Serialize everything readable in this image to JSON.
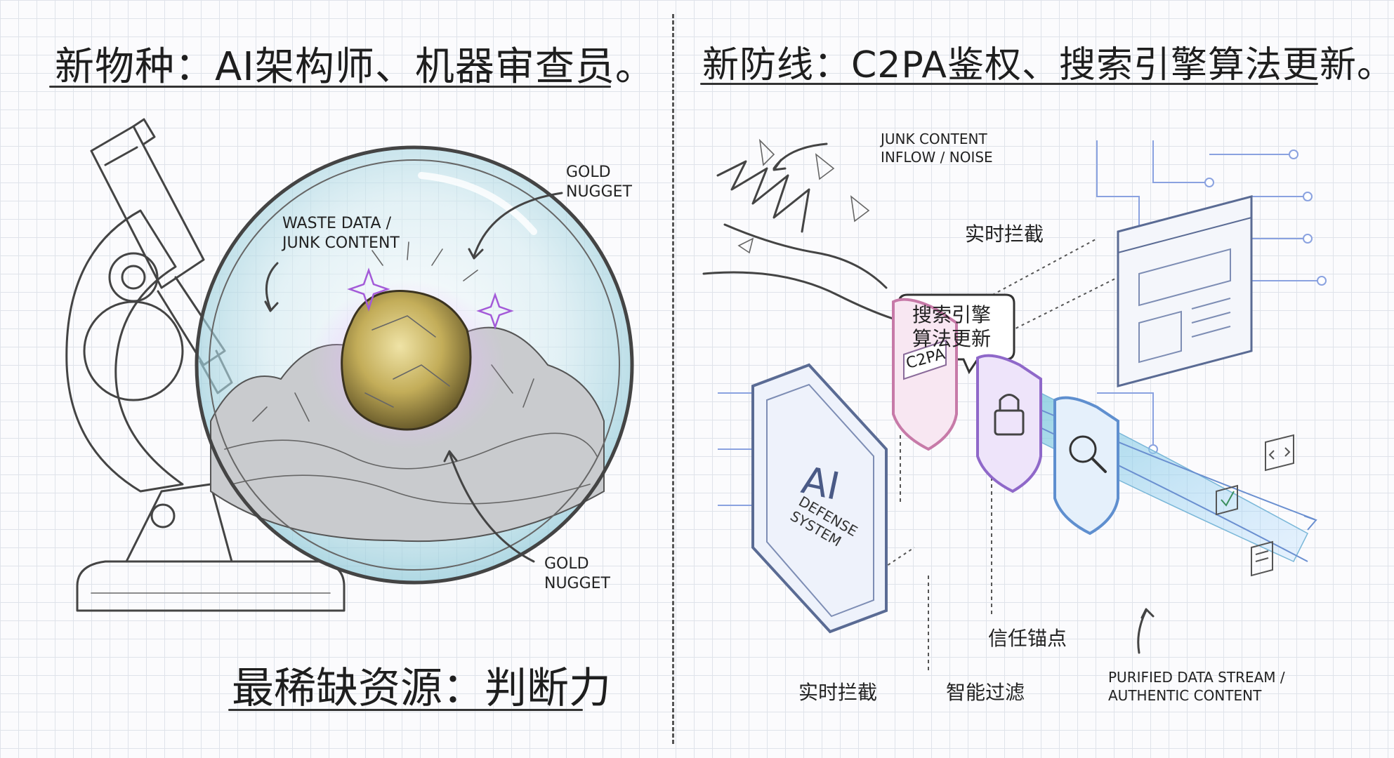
{
  "left": {
    "title": "新物种：AI架构师、机器审查员。",
    "footer": "最稀缺资源：判断力",
    "labels": {
      "waste_line1": "WASTE DATA /",
      "waste_line2": "JUNK CONTENT",
      "gold_top_line1": "GOLD",
      "gold_top_line2": "NUGGET",
      "gold_bottom_line1": "GOLD",
      "gold_bottom_line2": "NUGGET"
    }
  },
  "right": {
    "title": "新防线：C2PA鉴权、搜索引擎算法更新。",
    "labels": {
      "junk_line1": "JUNK CONTENT",
      "junk_line2": "INFLOW / NOISE",
      "realtime_top": "实时拦截",
      "search_line1": "搜索引擎",
      "search_line2": "算法更新",
      "c2pa": "C2PA",
      "ai": "AI",
      "defense_line1": "DEFENSE",
      "defense_line2": "SYSTEM",
      "trust_anchor": "信任锚点",
      "realtime_bottom": "实时拦截",
      "smart_filter": "智能过滤",
      "purified_line1": "PURIFIED DATA STREAM /",
      "purified_line2": "AUTHENTIC CONTENT"
    }
  },
  "icons": [
    "microscope-icon",
    "magnifier-icon",
    "gold-nugget-icon",
    "sparkle-icon",
    "shield-icon",
    "lock-icon",
    "search-icon",
    "browser-window-icon",
    "circuit-icon",
    "document-icon",
    "checkmark-icon",
    "code-icon"
  ],
  "colors": {
    "ink": "#333333",
    "gold": "#c9b25a",
    "glass": "#bfe3ea",
    "violet": "#b26fe0",
    "pink": "#e79fc7",
    "blue": "#6f9fe0",
    "teal": "#8fd3e0"
  }
}
